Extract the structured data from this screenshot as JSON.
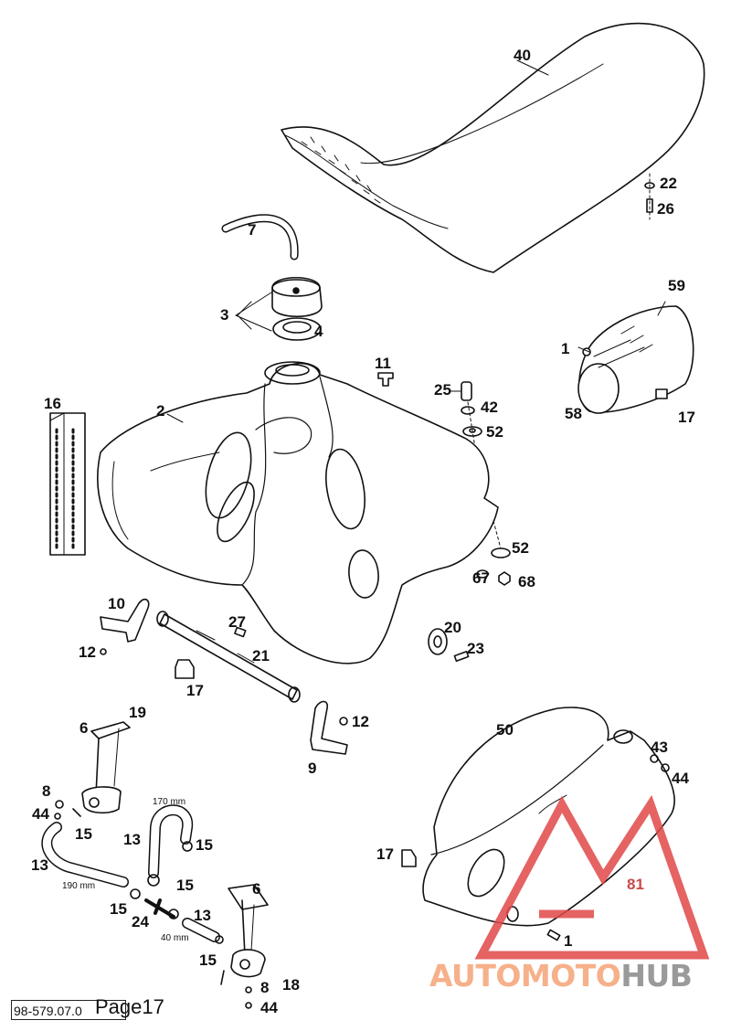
{
  "diagram": {
    "labels": {
      "l40": "40",
      "l22": "22",
      "l26": "26",
      "l7": "7",
      "l3": "3",
      "l4": "4",
      "l59": "59",
      "l1a": "1",
      "l58": "58",
      "l17a": "17",
      "l11": "11",
      "l25": "25",
      "l42": "42",
      "l52a": "52",
      "l16": "16",
      "l2": "2",
      "l52b": "52",
      "l67": "67",
      "l68": "68",
      "l10": "10",
      "l27": "27",
      "l21": "21",
      "l12a": "12",
      "l17b": "17",
      "l20": "20",
      "l23": "23",
      "l19": "19",
      "l6a": "6",
      "l12b": "12",
      "l9": "9",
      "l50": "50",
      "l43": "43",
      "l44a": "44",
      "l8a": "8",
      "l44b": "44",
      "l15a": "15",
      "l13a": "13",
      "l15b": "15",
      "l13b": "13",
      "l15c": "15",
      "l15d": "15",
      "l24": "24",
      "l13c": "13",
      "l6b": "6",
      "l15e": "15",
      "l8b": "8",
      "l18": "18",
      "l44c": "44",
      "l17c": "17",
      "l81": "81",
      "l1b": "1"
    },
    "dimensions": {
      "d170": "170 mm",
      "d190": "190 mm",
      "d40": "40 mm"
    }
  },
  "footer": {
    "doc_number": "98-579.07.0",
    "page_label": "Page17"
  },
  "watermark": {
    "part1": "AUTOMOTO",
    "part2": "HUB",
    "color_red": "#e04848",
    "color_orange": "#f6b08a",
    "color_gray": "#9a9a9a"
  }
}
